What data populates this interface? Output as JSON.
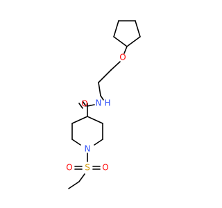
{
  "molecule": {
    "atoms": [
      {
        "id": "o_ether",
        "label": "O",
        "color": "#ff0d0d"
      },
      {
        "id": "n_amide",
        "label": "N",
        "color": "#3050f8"
      },
      {
        "id": "h_amide",
        "label": "H",
        "color": "#3050f8"
      },
      {
        "id": "o_carbonyl",
        "label": "O",
        "color": "#ff0d0d"
      },
      {
        "id": "n_ring",
        "label": "N",
        "color": "#3050f8"
      },
      {
        "id": "s_sulfonyl",
        "label": "S",
        "color": "#d4a017"
      },
      {
        "id": "o_sulfonyl_left",
        "label": "O",
        "color": "#ff0d0d"
      },
      {
        "id": "o_sulfonyl_right",
        "label": "O",
        "color": "#ff0d0d"
      }
    ],
    "bond_color": "#000000",
    "background": "#ffffff"
  }
}
